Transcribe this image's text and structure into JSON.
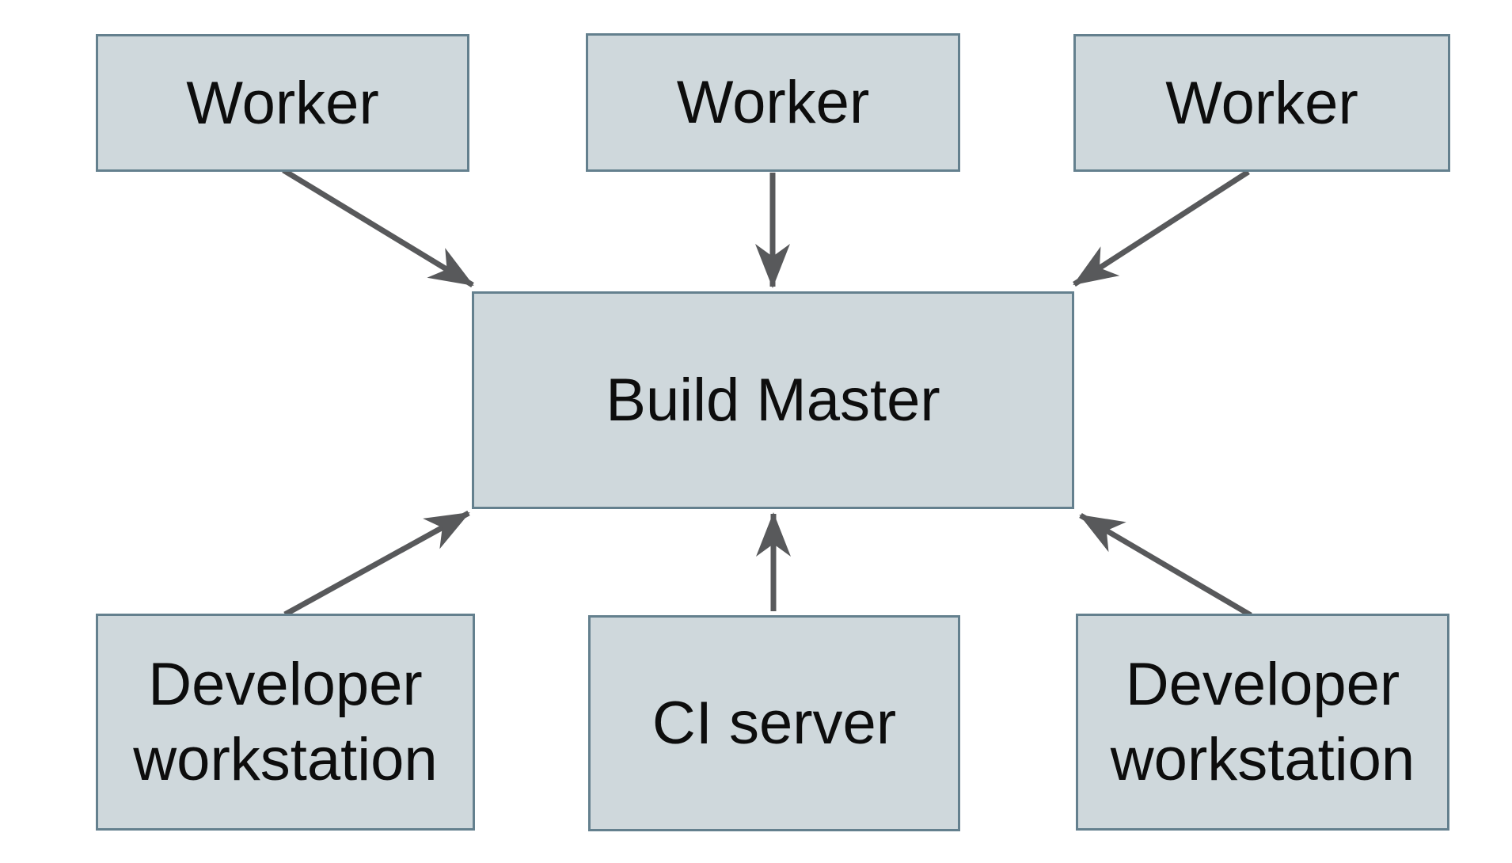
{
  "diagram": {
    "type": "architecture-diagram",
    "nodes": [
      {
        "id": "worker-1",
        "label": "Worker"
      },
      {
        "id": "worker-2",
        "label": "Worker"
      },
      {
        "id": "worker-3",
        "label": "Worker"
      },
      {
        "id": "build-master",
        "label": "Build Master"
      },
      {
        "id": "dev-workstation-left",
        "label": "Developer workstation"
      },
      {
        "id": "ci-server",
        "label": "CI server"
      },
      {
        "id": "dev-workstation-right",
        "label": "Developer workstation"
      }
    ],
    "edges": [
      {
        "from": "worker-1",
        "to": "build-master"
      },
      {
        "from": "worker-2",
        "to": "build-master"
      },
      {
        "from": "worker-3",
        "to": "build-master"
      },
      {
        "from": "dev-workstation-left",
        "to": "build-master"
      },
      {
        "from": "ci-server",
        "to": "build-master"
      },
      {
        "from": "dev-workstation-right",
        "to": "build-master"
      }
    ]
  },
  "colors": {
    "background": "#ffffff",
    "box_fill": "#cfd8dc",
    "box_border": "#64808e",
    "arrow": "#58595b",
    "text": "#0d0d0d"
  }
}
